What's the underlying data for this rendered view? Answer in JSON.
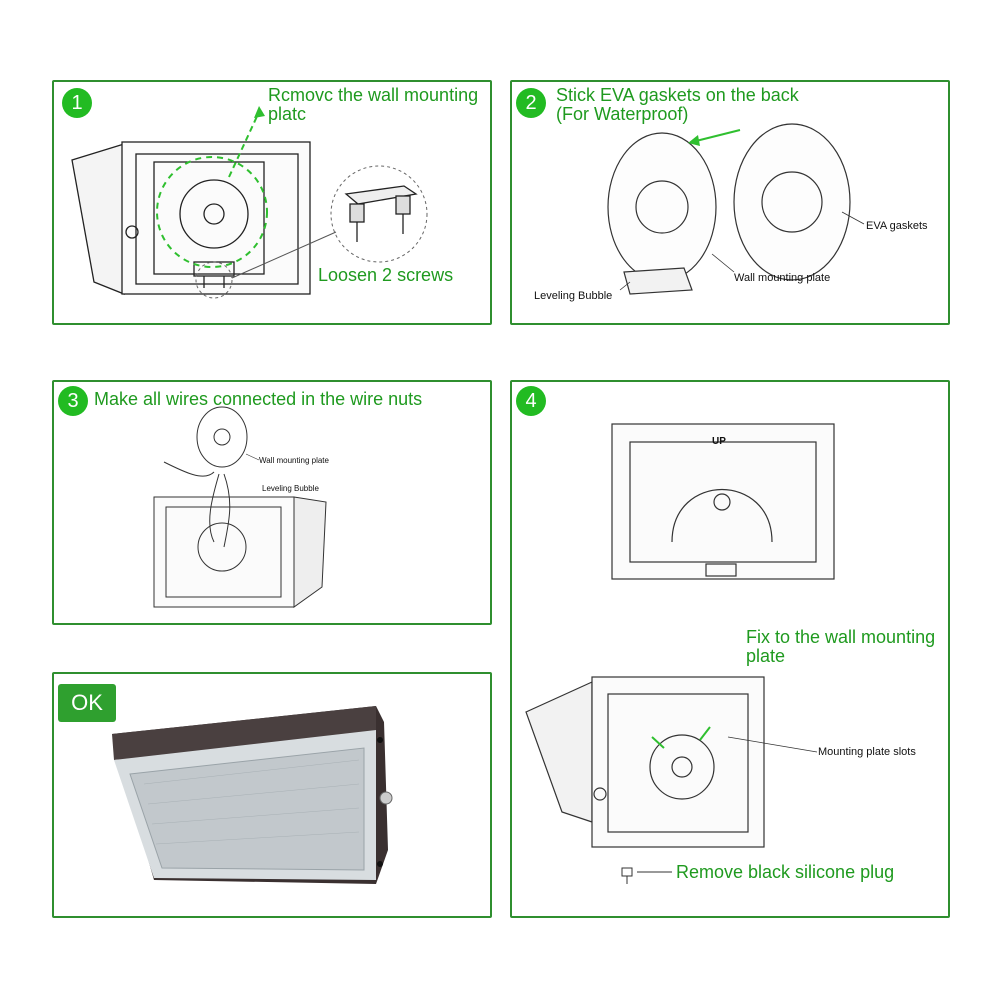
{
  "colors": {
    "panel_border": "#2f8f2f",
    "badge": "#22bb22",
    "step_text": "#1f9a1f",
    "lamp_body": "#3a3030"
  },
  "steps": [
    {
      "number": "1",
      "title": "Rcmovc the wall mounting platc",
      "callout": "Loosen 2 screws"
    },
    {
      "number": "2",
      "title": "Stick EVA gaskets on the back (For Waterproof)",
      "labels": {
        "gasket": "EVA gaskets",
        "plate": "Wall mounting plate",
        "bubble": "Leveling Bubble"
      }
    },
    {
      "number": "3",
      "title": "Make all wires connected in the wire nuts",
      "labels": {
        "plate": "Wall mounting plate",
        "bubble": "Leveling Bubble"
      }
    },
    {
      "number": "4",
      "title": "Fix to the wall mounting plate",
      "callout": "Remove black silicone plug",
      "labels": {
        "slots": "Mounting plate slots",
        "up": "UP"
      }
    }
  ],
  "ok_panel": {
    "label": "OK"
  },
  "icons": [
    "arrow-icon",
    "screw-icon",
    "leveling-bubble-icon",
    "wire-icon",
    "plug-icon"
  ]
}
